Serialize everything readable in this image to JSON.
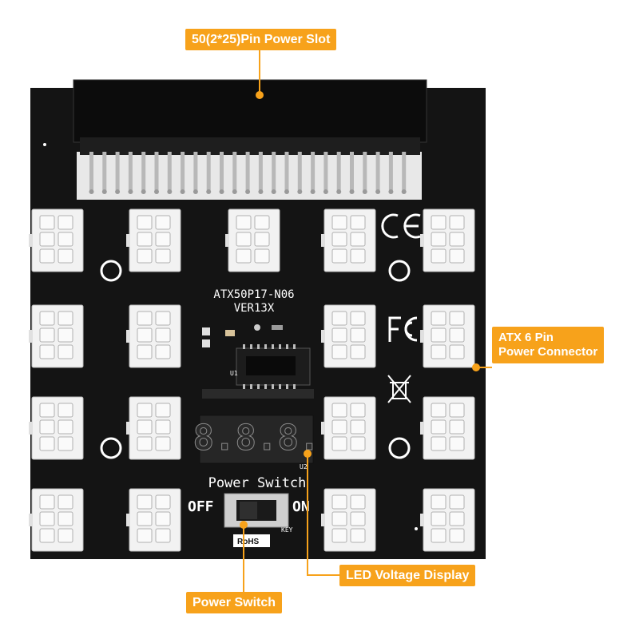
{
  "callouts": {
    "power_slot": "50(2*25)Pin Power Slot",
    "atx_connector_line1": "ATX 6 Pin",
    "atx_connector_line2": "Power Connector",
    "led_display": "LED Voltage Display",
    "power_switch": "Power Switch"
  },
  "board": {
    "model": "ATX50P17-N06",
    "version": "VER13X",
    "switch_title": "Power Switch",
    "switch_off": "OFF",
    "switch_on": "ON",
    "switch_key": "KEY",
    "rohs": "RoHS",
    "display_digits": "8.8.8.",
    "display_ref": "U2",
    "chip_ref": "U1"
  },
  "colors": {
    "accent": "#f7a21b",
    "board": "#141414",
    "connector": "#f2f2f2"
  },
  "connector_count": 17
}
